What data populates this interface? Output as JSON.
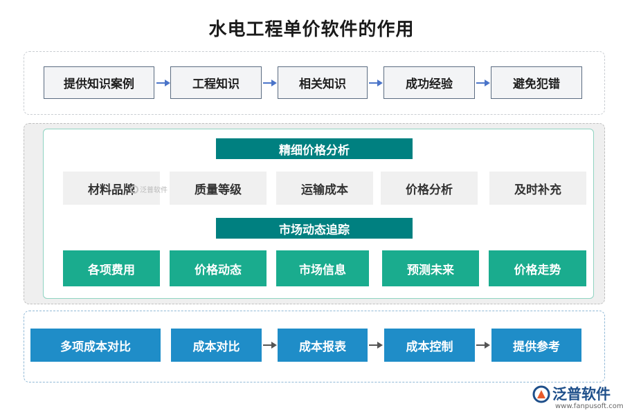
{
  "title": "水电工程单价软件的作用",
  "top_flow": [
    "提供知识案例",
    "工程知识",
    "相关知识",
    "成功经验",
    "避免犯错"
  ],
  "fine_price_analysis": {
    "header": "精细价格分析",
    "items": [
      "材料品牌",
      "质量等级",
      "运输成本",
      "价格分析",
      "及时补充"
    ]
  },
  "market_tracking": {
    "header": "市场动态追踪",
    "items": [
      "各项费用",
      "价格动态",
      "市场信息",
      "预测未来",
      "价格走势"
    ]
  },
  "bottom_flow": [
    "多项成本对比",
    "成本对比",
    "成本报表",
    "成本控制",
    "提供参考"
  ],
  "watermark_small": "泛普软件",
  "logo": {
    "name": "泛普软件",
    "url": "www.fanpusoft.com",
    "icon": "fanpu-logo-icon",
    "brand_color": "#1e4f8a"
  },
  "colors": {
    "teal_header": "#008080",
    "green_box": "#1aac8e",
    "blue_box": "#1f8dc8",
    "arrow_blue": "#4a74c9"
  }
}
